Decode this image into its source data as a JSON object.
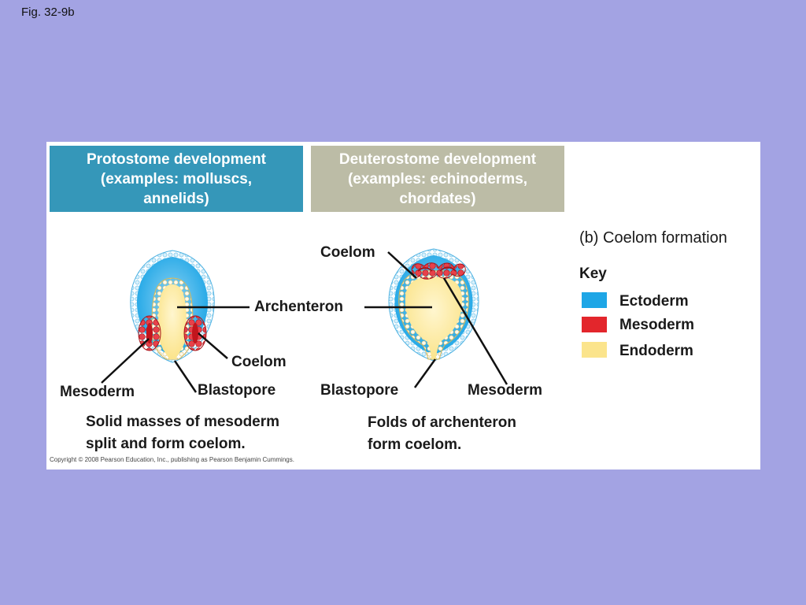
{
  "figure_label": "Fig. 32-9b",
  "headers": {
    "protostome": [
      "Protostome development",
      "(examples: molluscs,",
      "annelids)"
    ],
    "deuterostome": [
      "Deuterostome development",
      "(examples: echinoderms,",
      "chordates)"
    ]
  },
  "title": "(b) Coelom formation",
  "key": {
    "heading": "Key",
    "items": [
      {
        "label": "Ectoderm",
        "color": "#1ea6e6"
      },
      {
        "label": "Mesoderm",
        "color": "#e3262c"
      },
      {
        "label": "Endoderm",
        "color": "#fbe48c"
      }
    ]
  },
  "labels": {
    "archenteron": "Archenteron",
    "proto_coelom": "Coelom",
    "proto_mesoderm": "Mesoderm",
    "proto_blastopore": "Blastopore",
    "deut_coelom": "Coelom",
    "deut_blastopore": "Blastopore",
    "deut_mesoderm": "Mesoderm"
  },
  "captions": {
    "protostome": [
      "Solid masses of mesoderm",
      "split and form coelom."
    ],
    "deuterostome": [
      "Folds of archenteron",
      "form coelom."
    ]
  },
  "copyright": "Copyright © 2008 Pearson Education, Inc., publishing as Pearson Benjamin Cummings.",
  "colors": {
    "background": "#a3a3e3",
    "ectoderm_light": "#bfe6f8",
    "ectoderm": "#1ea6e6",
    "mesoderm": "#e3262c",
    "endoderm": "#fbe48c",
    "proto_header": "#3597b9",
    "deut_header": "#bcbca6"
  }
}
